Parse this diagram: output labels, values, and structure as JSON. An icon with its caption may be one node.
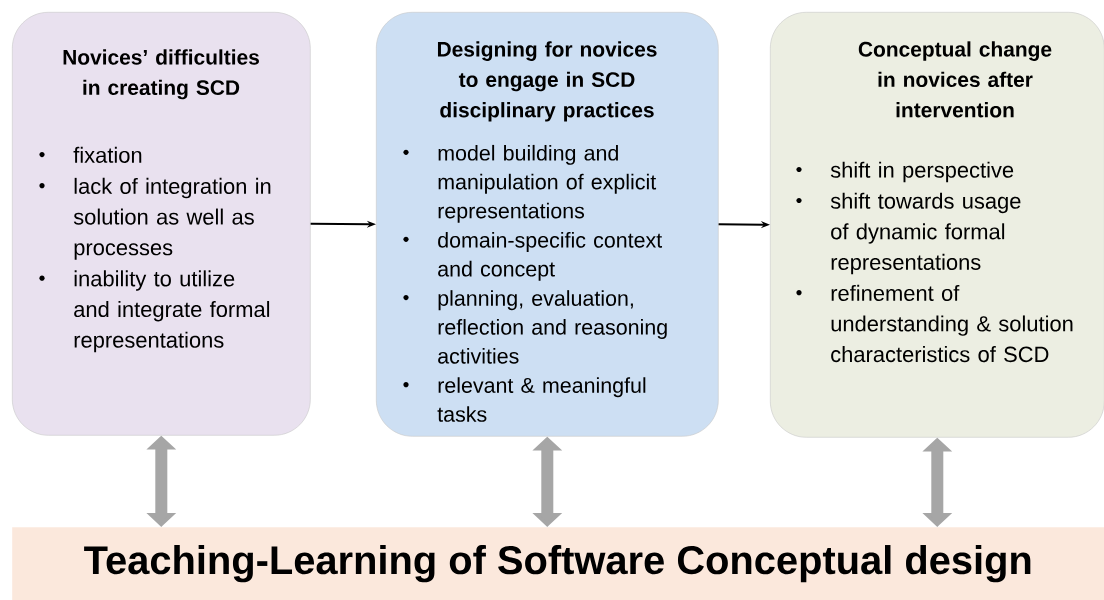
{
  "diagram": {
    "nodes": [
      {
        "text": [
          "Novices’ difficulties in creating SCD",
          "fixation",
          "lack of integration in solution as well as processes",
          "inability to utilize and integrate formal representations"
        ]
      },
      {
        "text": [
          "Designing for novices to engage in SCD disciplinary practices",
          "model building and manipulation of explicit representations",
          "domain-specific context and concept",
          "planning, evaluation, reflection and reasoning activities",
          "relevant & meaningful tasks"
        ]
      },
      {
        "text": [
          "Conceptual change in novices after intervention",
          "shift in perspective",
          "shift towards usage of dynamic formal representations",
          "refinement of understanding & solution characteristics of SCD"
        ]
      },
      {
        "text": [
          "Teaching-Learning of Software Conceptual design"
        ]
      }
    ],
    "edges": [
      {
        "from": 0,
        "to": 1,
        "arrow": "to",
        "color": "#000000"
      },
      {
        "from": 1,
        "to": 2,
        "arrow": "to",
        "color": "#000000"
      },
      {
        "from": 0,
        "to": 3,
        "arrow": "both",
        "color": "#a6a6a6"
      },
      {
        "from": 1,
        "to": 3,
        "arrow": "both",
        "color": "#a6a6a6"
      },
      {
        "from": 2,
        "to": 3,
        "arrow": "both",
        "color": "#a6a6a6"
      }
    ]
  }
}
